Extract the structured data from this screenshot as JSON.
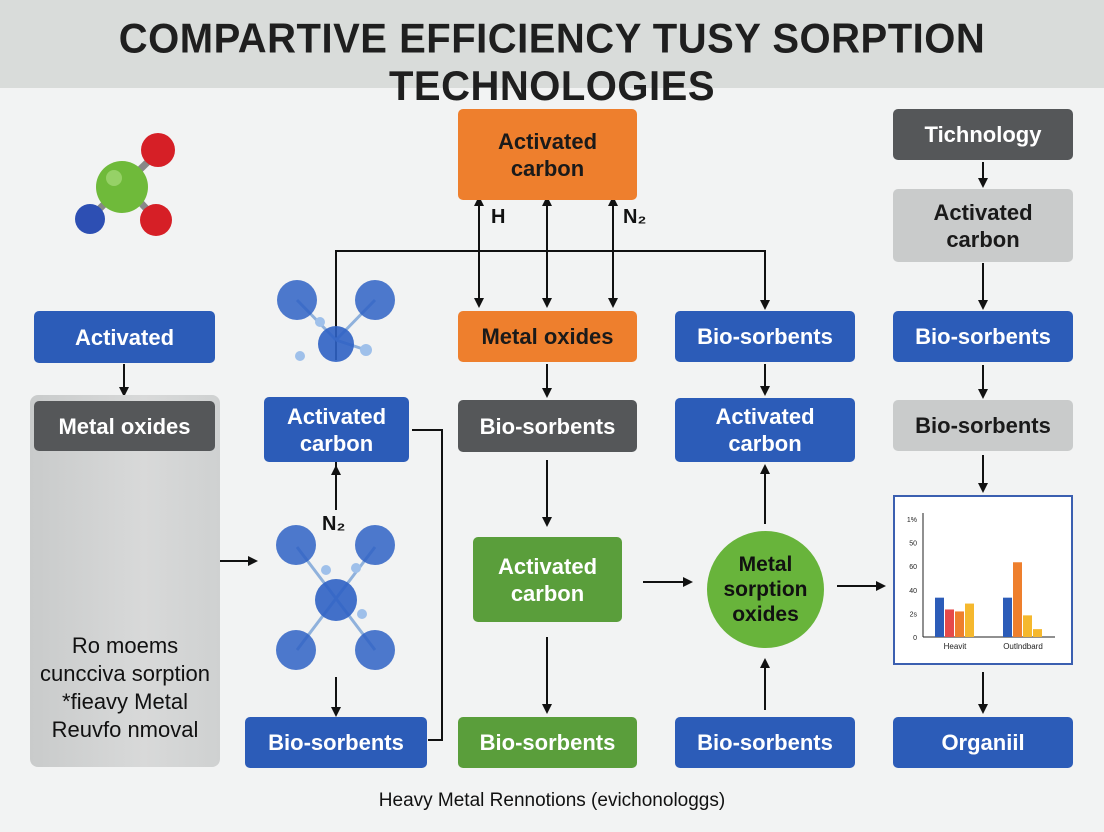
{
  "title": "COMPARTIVE EFFICIENCY TUSY SORPTION TECHNOLOGIES",
  "caption": "Heavy Metal Rennotions (evichonologgs)",
  "colors": {
    "blue": "#2c5cb8",
    "orange": "#ee7f2d",
    "green": "#5a9e3b",
    "dark_gray": "#555759",
    "light_gray": "#c9cbcb"
  },
  "column1": {
    "top_box": "Activated",
    "metal_box": "Metal oxides",
    "panel_lines": [
      "Ro moems",
      "cunccivа sorption",
      "*fieavy Metal",
      "Reuvfo nmoval"
    ]
  },
  "column2": {
    "top_box": "Activated carbon",
    "bottom_box": "Bio-sorbents",
    "n2_label": "N₂"
  },
  "column3": {
    "top_box": "Activated carbon",
    "h_label": "H",
    "n2_label": "N₂",
    "metal_box": "Metal oxides",
    "bio_box": "Bio-sorbents",
    "green_box": "Activated carbon",
    "bottom_box": "Bio-sorbents"
  },
  "column4": {
    "top_box": "Bio-sorbents",
    "mid_box": "Activated carbon",
    "circle": "Metal sorption oxides",
    "bottom_box": "Bio-sorbents"
  },
  "column5": {
    "tech_box": "Tichnology",
    "activated_box": "Activated carbon",
    "bio_box1": "Bio-sorbents",
    "bio_box2": "Bio-sorbents",
    "bottom_box": "Organiil"
  },
  "chart_data": {
    "type": "bar",
    "categories": [
      "Heavit",
      "Outlndbard"
    ],
    "series": [
      {
        "color": "#2c5cb8",
        "values": [
          20,
          20
        ]
      },
      {
        "color": "#e64a4a",
        "values": [
          14,
          0
        ]
      },
      {
        "color": "#ee7f2d",
        "values": [
          13,
          38
        ]
      },
      {
        "color": "#f5b82e",
        "values": [
          17,
          11
        ]
      },
      {
        "color": "#f5b82e",
        "values": [
          0,
          4
        ]
      }
    ],
    "ytick_labels": [
      "0",
      "2s",
      "40",
      "60",
      "50",
      "1%"
    ],
    "ylim": [
      0,
      60
    ]
  }
}
